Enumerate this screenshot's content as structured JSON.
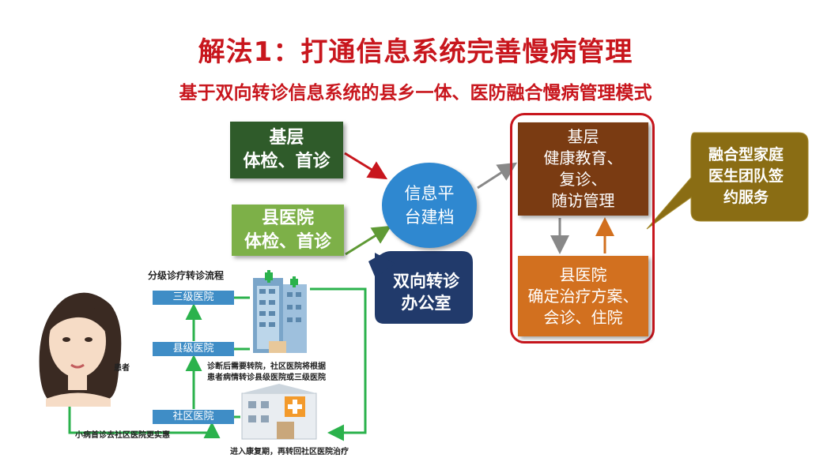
{
  "title": "解法1：打通信息系统完善慢病管理",
  "subtitle": "基于双向转诊信息系统的县乡一体、医防融合慢病管理模式",
  "left_boxes": {
    "primary": {
      "line1": "基层",
      "line2": "体检、首诊"
    },
    "county": {
      "line1": "县医院",
      "line2": "体检、首诊"
    }
  },
  "platform": {
    "line1": "信息平",
    "line2": "台建档"
  },
  "referral_office": {
    "line1": "双向转诊",
    "line2": "办公室"
  },
  "right_boxes": {
    "primary": {
      "line1": "基层",
      "line2": "健康教育、",
      "line3": "复诊、",
      "line4": "随访管理"
    },
    "county": {
      "line1": "县医院",
      "line2": "确定治疗方案、",
      "line3": "会诊、住院"
    }
  },
  "team_callout": {
    "line1": "融合型家庭",
    "line2": "医生团队签",
    "line3": "约服务"
  },
  "flowchart": {
    "title": "分级诊疗转诊流程",
    "level3": "三级医院",
    "level2": "县级医院",
    "level1": "社区医院",
    "patient_label": "患者",
    "note_referral_line1": "诊断后需要转院，社区医院将根据",
    "note_referral_line2": "患者病情转诊县级医院或三级医院",
    "note_first_visit": "小病首诊去社区医院更实惠",
    "note_rehab": "进入康复期，再转回社区医院治疗"
  },
  "colors": {
    "title_red": "#c8161d",
    "dark_green": "#2f5b2a",
    "light_green": "#7db048",
    "platform_blue": "#2f88d0",
    "navy": "#213a6b",
    "brown": "#7a3b12",
    "orange": "#d2701f",
    "olive": "#8a6d14",
    "flow_green": "#2bb24c",
    "flow_blue": "#3f8dc6"
  }
}
